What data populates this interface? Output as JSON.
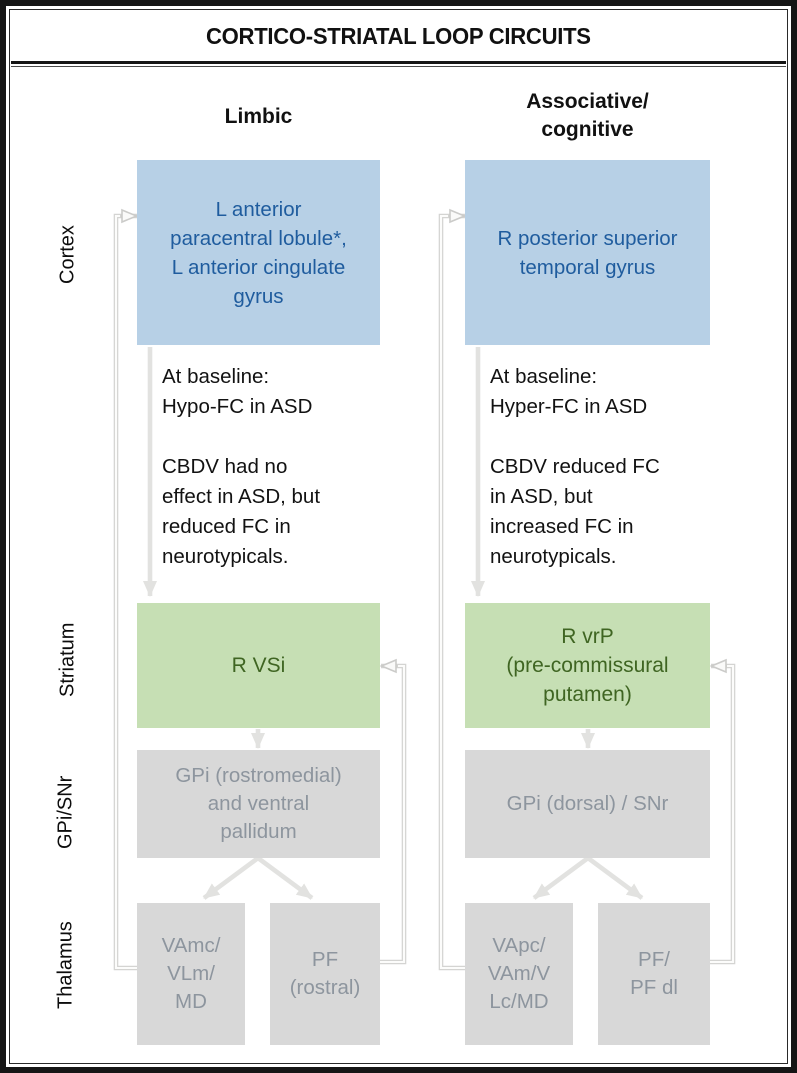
{
  "title": "CORTICO-STRIATAL LOOP CIRCUITS",
  "row_labels": {
    "cortex": "Cortex",
    "striatum": "Striatum",
    "gpi_snr": "GPi/SNr",
    "thalamus": "Thalamus"
  },
  "columns": [
    {
      "header": "Limbic",
      "cortex_region": "L anterior\nparacentral lobule*,\nL anterior cingulate\ngyrus",
      "baseline_note": "At baseline:\nHypo-FC in ASD",
      "cbdv_note": "CBDV had no\neffect in ASD, but\nreduced FC in\nneurotypicals.",
      "striatum_region": "R VSi",
      "gpi_snr_region": "GPi (rostromedial)\nand ventral\npallidum",
      "thalamus_regions": [
        "VAmc/\nVLm/\nMD",
        "PF\n(rostral)"
      ]
    },
    {
      "header": "Associative/\ncognitive",
      "cortex_region": "R posterior superior\ntemporal gyrus",
      "baseline_note": "At baseline:\nHyper-FC in ASD",
      "cbdv_note": "CBDV reduced FC\nin ASD, but\nincreased FC in\nneurotypicals.",
      "striatum_region": "R vrP\n(pre-commissural\nputamen)",
      "gpi_snr_region": "GPi (dorsal) / SNr",
      "thalamus_regions": [
        "VApc/\nVAm/V\nLc/MD",
        "PF/\nPF dl"
      ]
    }
  ],
  "colors": {
    "cortex_box_fill": "#b7d0e6",
    "cortex_box_text": "#1f5c9e",
    "striatum_box_fill": "#c6dfb4",
    "striatum_box_text": "#3f6522",
    "gpi_thalamus_box_fill": "#d8d8d8",
    "gpi_thalamus_box_text": "#8d959e",
    "arrow_line": "#d4d4d2",
    "frame": "#151515"
  }
}
